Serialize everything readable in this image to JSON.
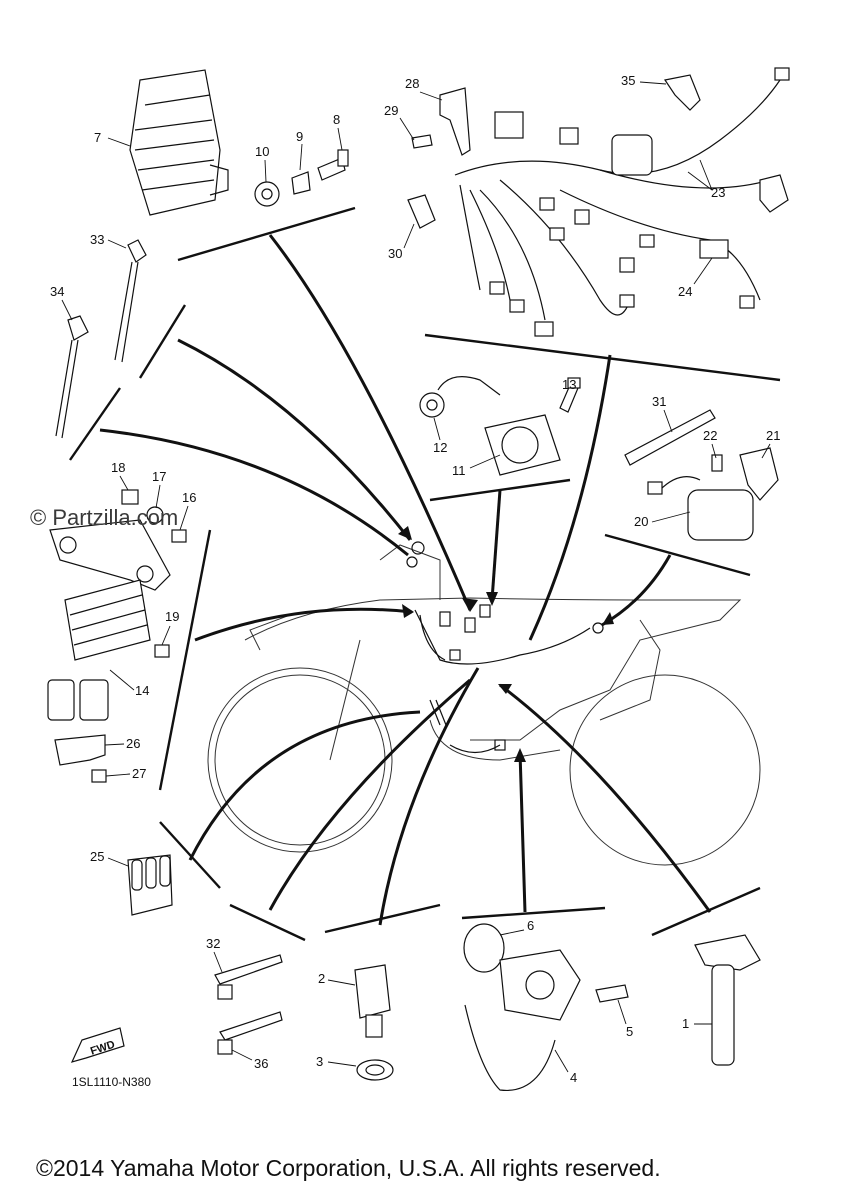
{
  "watermark": "© Partzilla.com",
  "diagram_code": "1SL1110-N380",
  "fwd_label": "FWD",
  "copyright": "©2014 Yamaha Motor Corporation, U.S.A. All rights reserved.",
  "callouts": [
    "1",
    "2",
    "3",
    "4",
    "5",
    "6",
    "7",
    "8",
    "9",
    "10",
    "11",
    "12",
    "13",
    "14",
    "16",
    "17",
    "18",
    "19",
    "20",
    "21",
    "22",
    "23",
    "24",
    "25",
    "26",
    "27",
    "28",
    "29",
    "30",
    "31",
    "32",
    "33",
    "34",
    "35",
    "36"
  ]
}
